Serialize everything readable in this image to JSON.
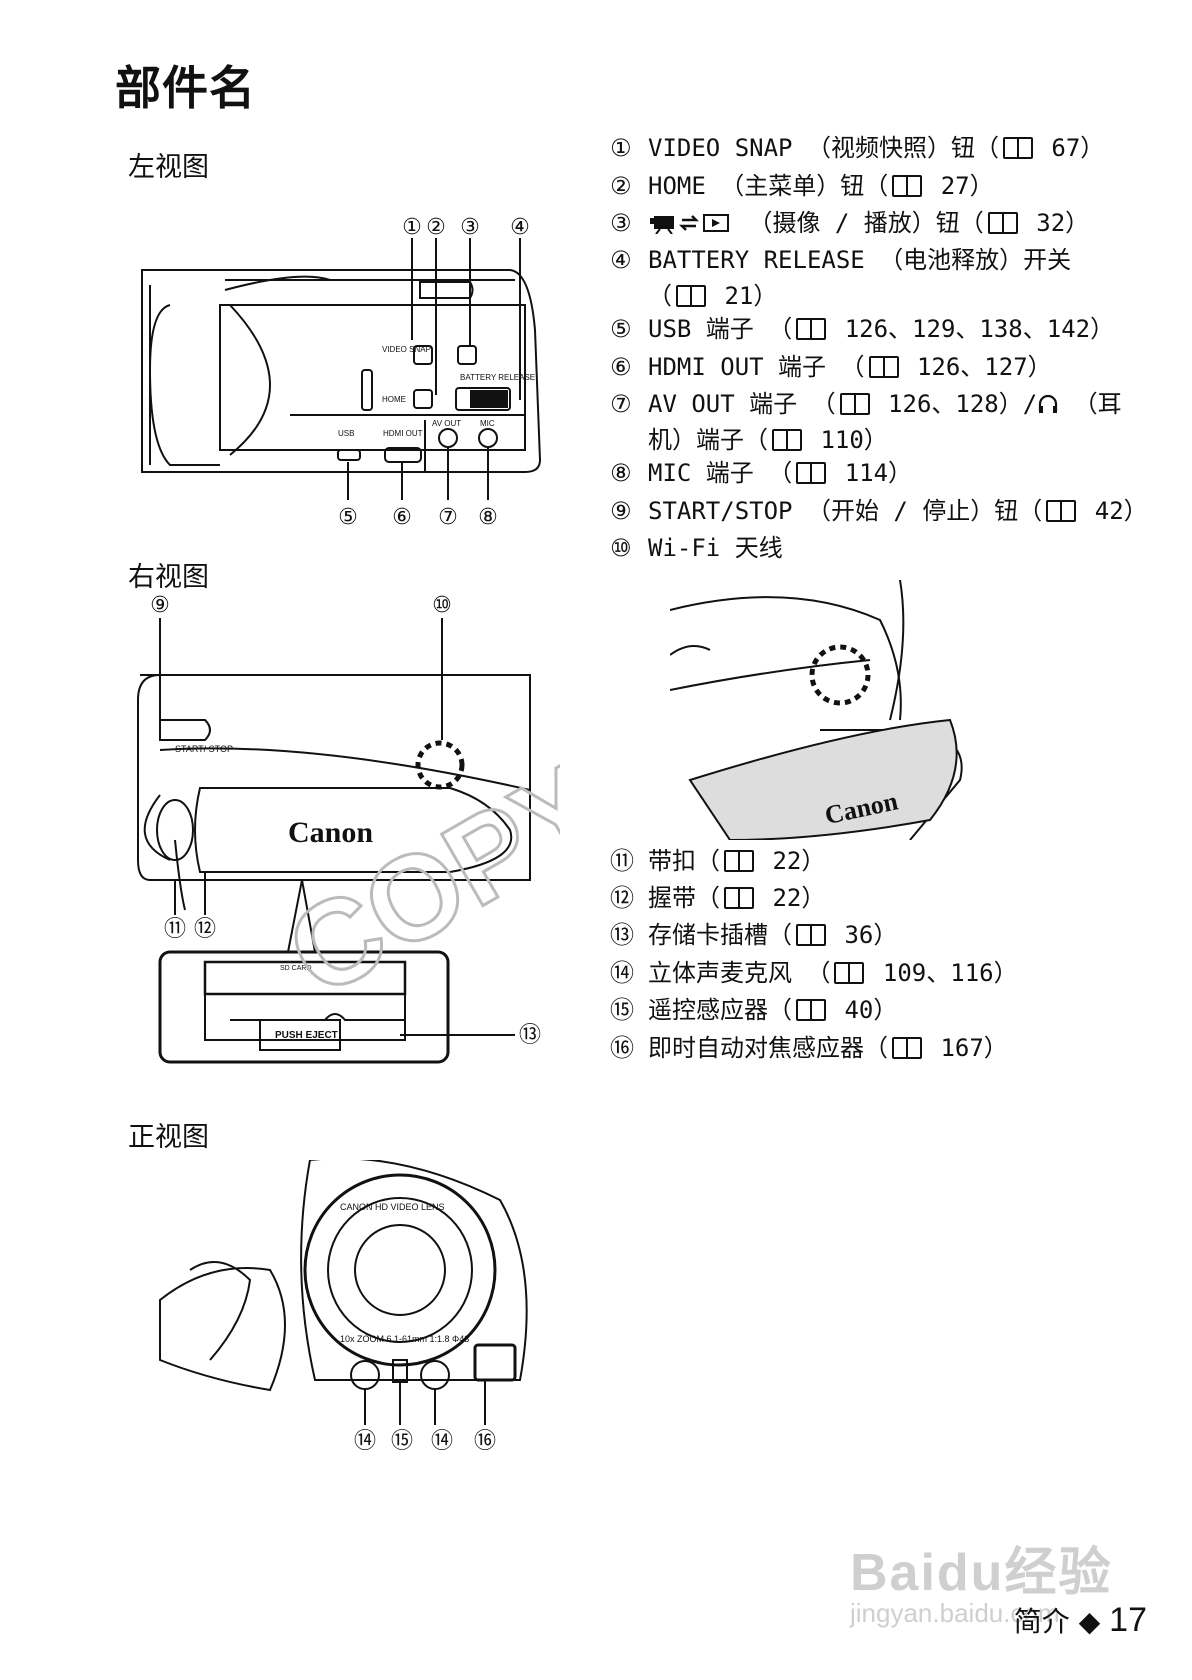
{
  "page_title": "部件名",
  "sections": {
    "left_view": "左视图",
    "right_view": "右视图",
    "front_view": "正视图"
  },
  "items": [
    {
      "num": "①",
      "text": "VIDEO SNAP （视频快照）钮（",
      "ref": "67）"
    },
    {
      "num": "②",
      "text": "HOME （主菜单）钮（",
      "ref": "27）"
    },
    {
      "num": "③",
      "icon": "camera-play-icon",
      "text": " （摄像 / 播放）钮（",
      "ref": "32）"
    },
    {
      "num": "④",
      "text": "BATTERY RELEASE （电池释放）开关",
      "cont": "（",
      "ref": "21）"
    },
    {
      "num": "⑤",
      "text": "USB 端子 （",
      "ref": "126、129、138、142）"
    },
    {
      "num": "⑥",
      "text": "HDMI OUT 端子 （",
      "ref": "126、127）"
    },
    {
      "num": "⑦",
      "text": "AV OUT 端子 （",
      "ref": "126、128）/",
      "tail": " （耳",
      "cont": "机）端子（",
      "ref2": "110）"
    },
    {
      "num": "⑧",
      "text": "MIC 端子 （",
      "ref": "114）"
    },
    {
      "num": "⑨",
      "text": "START/STOP （开始 / 停止）钮（",
      "ref": "42）"
    },
    {
      "num": "⑩",
      "text": "Wi-Fi 天线"
    },
    {
      "num": "⑪",
      "text": "带扣（",
      "ref": "22）"
    },
    {
      "num": "⑫",
      "text": "握带（",
      "ref": "22）"
    },
    {
      "num": "⑬",
      "text": "存储卡插槽（",
      "ref": "36）"
    },
    {
      "num": "⑭",
      "text": "立体声麦克风 （",
      "ref": "109、116）"
    },
    {
      "num": "⑮",
      "text": "遥控感应器（",
      "ref": "40）"
    },
    {
      "num": "⑯",
      "text": "即时自动对焦感应器（",
      "ref": "167）"
    }
  ],
  "left_labels": {
    "video_snap": "VIDEO SNAP",
    "home": "HOME",
    "battery_release": "BATTERY RELEASE",
    "usb": "USB",
    "hdmi_out": "HDMI OUT",
    "av_out": "AV OUT",
    "mic": "MIC",
    "callouts_top": [
      "①",
      "②",
      "③",
      "④"
    ],
    "callouts_bottom": [
      "⑤",
      "⑥",
      "⑦",
      "⑧"
    ]
  },
  "right_labels": {
    "start_stop": "START/ STOP",
    "brand": "Canon",
    "sd_card": "SD CARD",
    "push_eject": "PUSH EJECT",
    "callout_9": "⑨",
    "callout_10": "⑩",
    "callout_11": "⑪",
    "callout_12": "⑫",
    "callout_13": "⑬"
  },
  "front_labels": {
    "lens_ring_top": "CANON HD VIDEO LENS",
    "lens_ring_bottom": "10x ZOOM 6.1-61mm 1:1.8 Φ43",
    "callouts": [
      "⑭",
      "⑮",
      "⑭",
      "⑯"
    ]
  },
  "copy_stamp": "COPY",
  "footer": {
    "section": "简介",
    "bullet": "◆",
    "page": "17"
  },
  "watermark": {
    "brand": "Baidu经验",
    "url": "jingyan.baidu.com"
  }
}
